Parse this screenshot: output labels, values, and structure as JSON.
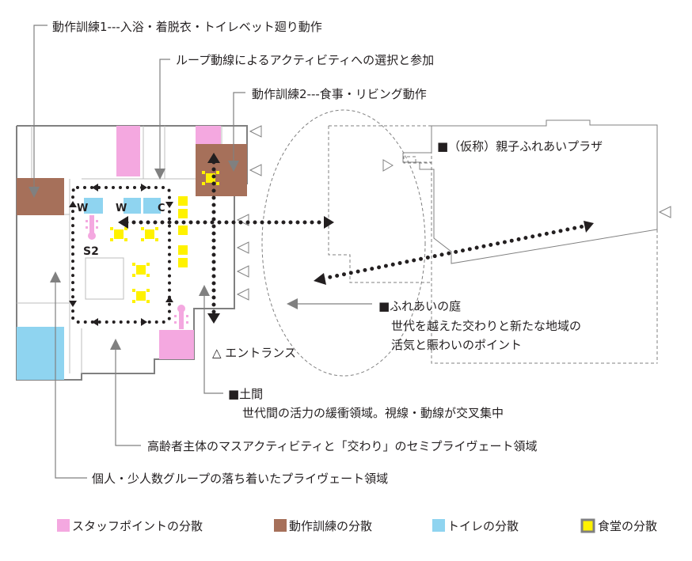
{
  "labels": {
    "training1": "動作訓練1---入浴・着脱衣・トイレベット廻り動作",
    "loop": "ループ動線によるアクティビティへの選択と参加",
    "training2": "動作訓練2---食事・リビング動作",
    "plaza": "■（仮称）親子ふれあいプラザ",
    "garden_title": "■ふれあいの庭",
    "garden_line1": "世代を越えた交わりと新たな地域の",
    "garden_line2": "活気と賑わいのポイント",
    "entrance": "△ エントランス",
    "doma_title": "■土間",
    "doma_desc": "世代間の活力の緩衝領域。視線・動線が交叉集中",
    "semi_private": "高齢者主体のマスアクティビティと「交わり」のセミプライヴェート領域",
    "private": "個人・少人数グループの落ち着いたプライヴェート領域"
  },
  "plan_marks": {
    "w1": "W",
    "w2": "W",
    "c": "C",
    "s2": "S2"
  },
  "legend": [
    {
      "label": "スタッフポイントの分散",
      "color": "#f4a8e0",
      "border": "#f4a8e0"
    },
    {
      "label": "動作訓練の分散",
      "color": "#a6705a",
      "border": "#a6705a"
    },
    {
      "label": "トイレの分散",
      "color": "#8fd4f0",
      "border": "#8fd4f0"
    },
    {
      "label": "食堂の分散",
      "color": "#fff200",
      "border": "#808080"
    }
  ],
  "colors": {
    "staff_pink": "#f4a8e0",
    "training_brown": "#a6705a",
    "toilet_blue": "#8fd4f0",
    "dining_yellow": "#fff200",
    "line_gray": "#808080",
    "dot_dark": "#231f20"
  }
}
